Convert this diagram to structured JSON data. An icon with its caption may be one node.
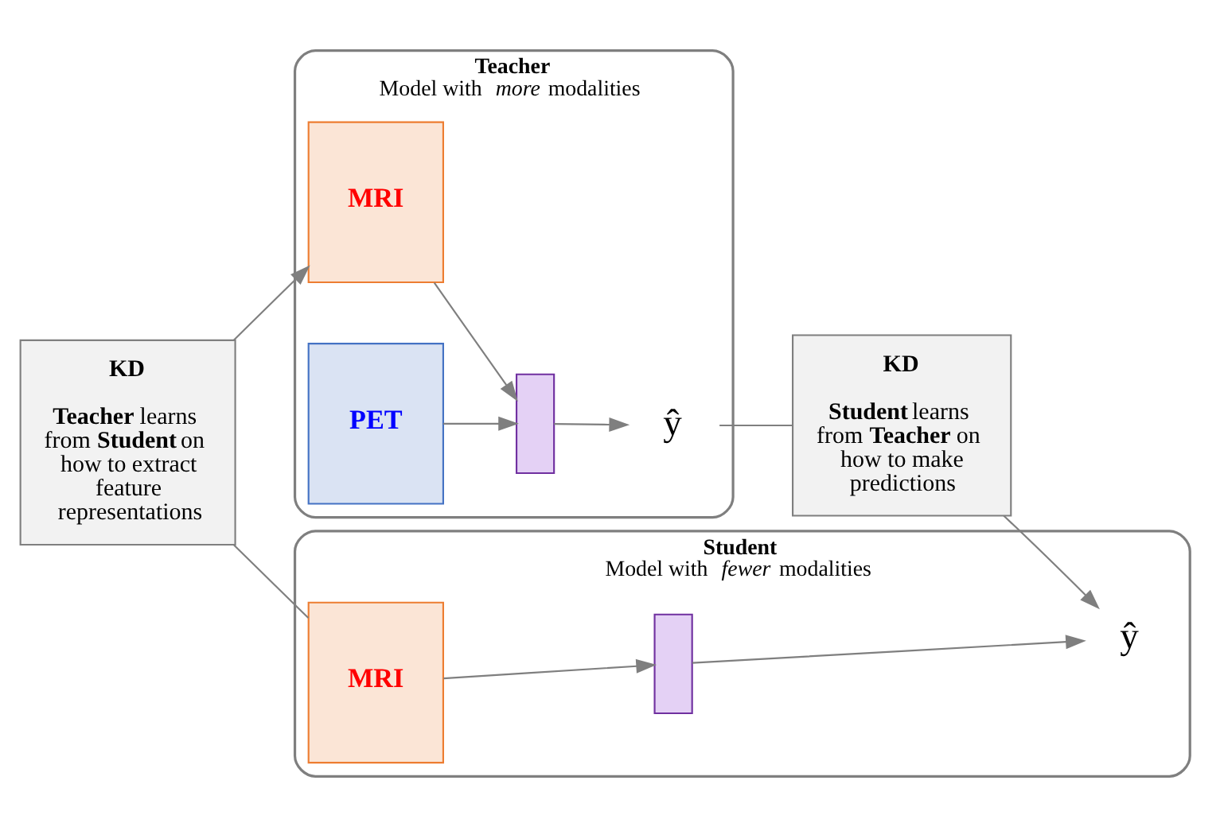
{
  "diagram": {
    "nodes": [
      {
        "text": [
          "Teacher",
          "Model with *more* modalities"
        ]
      },
      {
        "text": [
          "MRI"
        ],
        "in": 0
      },
      {
        "text": [
          "PET"
        ],
        "in": 0
      },
      {
        "text": [],
        "shape": "bar",
        "in": 0
      },
      {
        "text": [
          "ŷ"
        ],
        "in": 0
      },
      {
        "text": [
          "Student",
          "Model with *fewer* modalities"
        ]
      },
      {
        "text": [
          "MRI"
        ],
        "in": 5
      },
      {
        "text": [],
        "shape": "bar",
        "in": 5
      },
      {
        "text": [
          "ŷ"
        ],
        "in": 5
      },
      {
        "text": [
          "KD",
          "**Student** learns from **Teacher** on how to make predictions"
        ]
      },
      {
        "text": [
          "KD",
          "**Teacher** learns from **Student** on how to extract feature representations"
        ]
      }
    ],
    "edges": [
      {
        "from": 1,
        "to": 3,
        "arrow": "to"
      },
      {
        "from": 2,
        "to": 3,
        "arrow": "to"
      },
      {
        "from": 3,
        "to": 4,
        "arrow": "to"
      },
      {
        "from": 6,
        "to": 7,
        "arrow": "to"
      },
      {
        "from": 7,
        "to": 8,
        "arrow": "to"
      },
      {
        "from": 10,
        "to": 1,
        "arrow": "to"
      },
      {
        "from": 10,
        "to": 6,
        "arrow": "none"
      },
      {
        "from": 4,
        "to": 9,
        "arrow": "none"
      },
      {
        "from": 9,
        "to": 8,
        "arrow": "to"
      }
    ]
  }
}
